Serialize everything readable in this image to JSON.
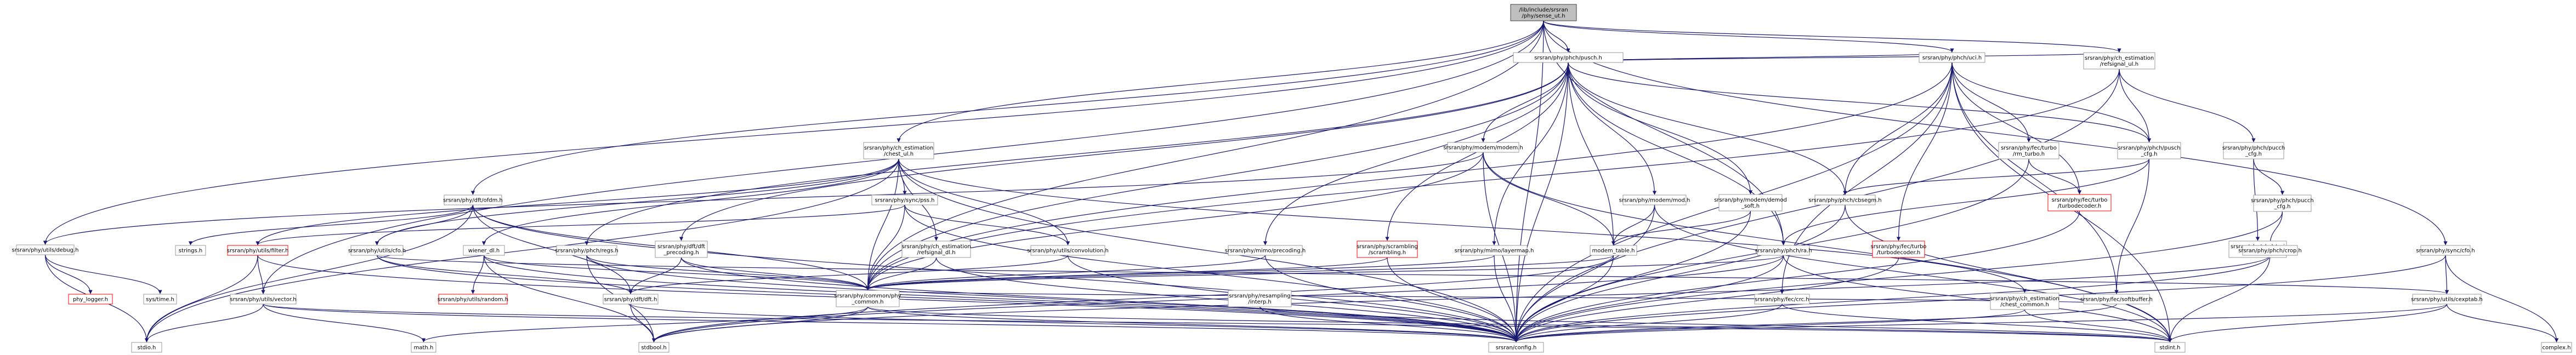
{
  "colors": {
    "edge": "#191970",
    "node_border": "#999999",
    "node_fill": "#ffffff",
    "root_fill": "#bfbfbf",
    "root_border": "#404040",
    "missing_border": "#ff0000"
  },
  "nodes": [
    {
      "id": "root",
      "lines": [
        "/lib/include/srsran",
        "/phy/sense_ut.h"
      ],
      "kind": "root"
    },
    {
      "id": "pusch",
      "lines": [
        "srsran/phy/phch/pusch.h"
      ],
      "kind": "normal"
    },
    {
      "id": "uci",
      "lines": [
        "srsran/phy/phch/uci.h"
      ],
      "kind": "normal"
    },
    {
      "id": "chest_ul",
      "lines": [
        "srsran/phy/ch_estimation",
        "/chest_ul.h"
      ],
      "kind": "normal"
    },
    {
      "id": "refsignal_ul",
      "lines": [
        "srsran/phy/ch_estimation",
        "/refsignal_ul.h"
      ],
      "kind": "normal"
    },
    {
      "id": "modem_enum",
      "lines": [
        "srsran/phy/modem/modem.h"
      ],
      "kind": "normal"
    },
    {
      "id": "ofdm",
      "lines": [
        "srsran/phy/dft/ofdm.h"
      ],
      "kind": "normal"
    },
    {
      "id": "pusch_cfg",
      "lines": [
        "srsran/phy/phch/pusch",
        "_cfg.h"
      ],
      "kind": "normal"
    },
    {
      "id": "pucch_cfg",
      "lines": [
        "srsran/phy/phch/pucch",
        "_cfg.h"
      ],
      "kind": "normal"
    },
    {
      "id": "turbo_rm",
      "lines": [
        "srsran/phy/fec/turbo",
        "/rm_turbo.h"
      ],
      "kind": "normal"
    },
    {
      "id": "turbo_decoder_top",
      "lines": [
        "srsran/phy/fec/turbo",
        "/turbodecoder.h"
      ],
      "kind": "missing"
    },
    {
      "id": "cbsegm",
      "lines": [
        "srsran/phy/phch/cbsegm.h"
      ],
      "kind": "normal"
    },
    {
      "id": "debug",
      "lines": [
        "srsran/phy/utils/debug.h"
      ],
      "kind": "normal"
    },
    {
      "id": "strings",
      "lines": [
        "strings.h"
      ],
      "kind": "normal"
    },
    {
      "id": "filter",
      "lines": [
        "srsran/phy/utils/filter.h"
      ],
      "kind": "missing"
    },
    {
      "id": "cfo",
      "lines": [
        "srsran/phy/utils/cfo.h"
      ],
      "kind": "normal"
    },
    {
      "id": "wiener",
      "lines": [
        "wiener_dl.h"
      ],
      "kind": "normal"
    },
    {
      "id": "regs",
      "lines": [
        "srsran/phy/phch/regs.h"
      ],
      "kind": "normal"
    },
    {
      "id": "dft_precoding",
      "lines": [
        "srsran/phy/dft/dft",
        "_precoding.h"
      ],
      "kind": "normal"
    },
    {
      "id": "convolution",
      "lines": [
        "srsran/phy/utils/convolution.h"
      ],
      "kind": "normal"
    },
    {
      "id": "refsignal_dl",
      "lines": [
        "srsran/phy/ch_estimation",
        "/refsignal_dl.h"
      ],
      "kind": "normal"
    },
    {
      "id": "mimo_precoding",
      "lines": [
        "srsran/phy/mimo/precoding.h"
      ],
      "kind": "normal"
    },
    {
      "id": "scrambling",
      "lines": [
        "srsran/phy/scrambling",
        "/scrambling.h"
      ],
      "kind": "missing"
    },
    {
      "id": "layermap",
      "lines": [
        "srsran/phy/mimo/layermap.h"
      ],
      "kind": "normal"
    },
    {
      "id": "modem_table",
      "lines": [
        "modem_table.h"
      ],
      "kind": "normal"
    },
    {
      "id": "demod_soft",
      "lines": [
        "srsran/phy/modem/demod",
        "_soft.h"
      ],
      "kind": "normal"
    },
    {
      "id": "modem_mod",
      "lines": [
        "srsran/phy/modem/mod.h"
      ],
      "kind": "normal"
    },
    {
      "id": "ra",
      "lines": [
        "srsran/phy/phch/ra.h"
      ],
      "kind": "normal"
    },
    {
      "id": "turbodecoder",
      "lines": [
        "srsran/phy/fec/turbo",
        "/turbodecoder.h"
      ],
      "kind": "missing"
    },
    {
      "id": "crc",
      "lines": [
        "srsran/phy/fec/crc.h"
      ],
      "kind": "normal"
    },
    {
      "id": "chest_common",
      "lines": [
        "srsran/phy/ch_estimation",
        "/chest_common.h"
      ],
      "kind": "normal"
    },
    {
      "id": "softbuffer",
      "lines": [
        "srsran/phy/fec/softbuffer.h"
      ],
      "kind": "normal"
    },
    {
      "id": "pucch_pr",
      "lines": [
        "srsran/phy/phch/pucch",
        "_cfg.h"
      ],
      "kind": "normal"
    },
    {
      "id": "pucch_nr",
      "lines": [
        "srsran/phy/phch/uci",
        "_cfg.h"
      ],
      "kind": "normal"
    },
    {
      "id": "vector",
      "lines": [
        "srsran/phy/utils/vector.h"
      ],
      "kind": "normal"
    },
    {
      "id": "phy_logger",
      "lines": [
        "phy_logger.h"
      ],
      "kind": "missing"
    },
    {
      "id": "sys_time",
      "lines": [
        "sys/time.h"
      ],
      "kind": "normal"
    },
    {
      "id": "random",
      "lines": [
        "srsran/phy/utils/random.h"
      ],
      "kind": "missing"
    },
    {
      "id": "fft",
      "lines": [
        "srsran/phy/dft/dft.h"
      ],
      "kind": "normal"
    },
    {
      "id": "phy_common",
      "lines": [
        "srsran/phy/common/phy",
        "_common.h"
      ],
      "kind": "normal"
    },
    {
      "id": "resampling",
      "lines": [
        "srsran/phy/resampling",
        "/interp.h"
      ],
      "kind": "normal"
    },
    {
      "id": "cexptab",
      "lines": [
        "srsran/phy/utils/cexptab.h"
      ],
      "kind": "normal"
    },
    {
      "id": "sync_cfo",
      "lines": [
        "srsran/phy/sync/cfo.h"
      ],
      "kind": "normal"
    },
    {
      "id": "sync_pss",
      "lines": [
        "srsran/phy/sync/pss.h"
      ],
      "kind": "normal"
    },
    {
      "id": "pucch_crop",
      "lines": [
        "srsran/phy/phch/crop.h"
      ],
      "kind": "normal"
    },
    {
      "id": "stdio",
      "lines": [
        "stdio.h"
      ],
      "kind": "normal"
    },
    {
      "id": "math",
      "lines": [
        "math.h"
      ],
      "kind": "normal"
    },
    {
      "id": "stdbool",
      "lines": [
        "stdbool.h"
      ],
      "kind": "normal"
    },
    {
      "id": "config",
      "lines": [
        "srsran/config.h"
      ],
      "kind": "normal"
    },
    {
      "id": "stdint",
      "lines": [
        "stdint.h"
      ],
      "kind": "normal"
    },
    {
      "id": "complex",
      "lines": [
        "complex.h"
      ],
      "kind": "normal"
    }
  ],
  "edges": [
    [
      "root",
      "pusch"
    ],
    [
      "root",
      "refsignal_ul"
    ],
    [
      "root",
      "chest_ul"
    ],
    [
      "root",
      "ofdm"
    ],
    [
      "root",
      "debug"
    ],
    [
      "root",
      "vector"
    ],
    [
      "root",
      "phy_common"
    ],
    [
      "root",
      "config"
    ],
    [
      "root",
      "sync_cfo"
    ],
    [
      "root",
      "ra"
    ],
    [
      "root",
      "uci"
    ],
    [
      "pusch",
      "refsignal_ul"
    ],
    [
      "pusch",
      "uci"
    ],
    [
      "pusch",
      "pusch_cfg"
    ],
    [
      "pusch",
      "modem_enum"
    ],
    [
      "pusch",
      "modem_mod"
    ],
    [
      "pusch",
      "demod_soft"
    ],
    [
      "pusch",
      "regs"
    ],
    [
      "pusch",
      "scrambling"
    ],
    [
      "pusch",
      "layermap"
    ],
    [
      "pusch",
      "mimo_precoding"
    ],
    [
      "pusch",
      "cbsegm"
    ],
    [
      "pusch",
      "phy_common"
    ],
    [
      "pusch",
      "config"
    ],
    [
      "pusch",
      "dft_precoding"
    ],
    [
      "pusch",
      "ra"
    ],
    [
      "pusch",
      "modem_table"
    ],
    [
      "uci",
      "pusch_cfg"
    ],
    [
      "uci",
      "turbo_rm"
    ],
    [
      "uci",
      "turbo_decoder_top"
    ],
    [
      "uci",
      "turbodecoder"
    ],
    [
      "uci",
      "crc"
    ],
    [
      "uci",
      "softbuffer"
    ],
    [
      "uci",
      "cbsegm"
    ],
    [
      "uci",
      "phy_common"
    ],
    [
      "uci",
      "config"
    ],
    [
      "uci",
      "stdint"
    ],
    [
      "refsignal_ul",
      "pusch_cfg"
    ],
    [
      "refsignal_ul",
      "pucch_cfg"
    ],
    [
      "refsignal_ul",
      "phy_common"
    ],
    [
      "refsignal_ul",
      "config"
    ],
    [
      "chest_ul",
      "sync_pss"
    ],
    [
      "chest_ul",
      "wiener"
    ],
    [
      "chest_ul",
      "refsignal_dl"
    ],
    [
      "chest_ul",
      "chest_common"
    ],
    [
      "chest_ul",
      "phy_common"
    ],
    [
      "chest_ul",
      "config"
    ],
    [
      "chest_ul",
      "convolution"
    ],
    [
      "chest_ul",
      "cfo"
    ],
    [
      "chest_ul",
      "filter"
    ],
    [
      "chest_ul",
      "stdio"
    ],
    [
      "modem_enum",
      "modem_table"
    ],
    [
      "modem_enum",
      "debug"
    ],
    [
      "modem_enum",
      "phy_common"
    ],
    [
      "modem_enum",
      "config"
    ],
    [
      "modem_enum",
      "stdint"
    ],
    [
      "ofdm",
      "cfo"
    ],
    [
      "ofdm",
      "fft"
    ],
    [
      "ofdm",
      "phy_common"
    ],
    [
      "ofdm",
      "config"
    ],
    [
      "ofdm",
      "strings"
    ],
    [
      "ofdm",
      "stdio"
    ],
    [
      "pusch_cfg",
      "cbsegm"
    ],
    [
      "pusch_cfg",
      "softbuffer"
    ],
    [
      "pusch_cfg",
      "ra"
    ],
    [
      "pucch_cfg",
      "pucch_pr"
    ],
    [
      "pucch_cfg",
      "pucch_nr"
    ],
    [
      "pucch_nr",
      "pucch_crop"
    ],
    [
      "pucch_crop",
      "config"
    ],
    [
      "pucch_crop",
      "stdint"
    ],
    [
      "pucch_crop",
      "stdbool"
    ],
    [
      "turbo_rm",
      "config"
    ],
    [
      "turbo_rm",
      "turbo_decoder_top"
    ],
    [
      "turbo_decoder_top",
      "config"
    ],
    [
      "cbsegm",
      "config"
    ],
    [
      "cbsegm",
      "stdint"
    ],
    [
      "debug",
      "phy_logger"
    ],
    [
      "debug",
      "sys_time"
    ],
    [
      "debug",
      "stdio"
    ],
    [
      "filter",
      "vector"
    ],
    [
      "filter",
      "stdio"
    ],
    [
      "filter",
      "config"
    ],
    [
      "cfo",
      "cexptab"
    ],
    [
      "cfo",
      "fft"
    ],
    [
      "cfo",
      "config"
    ],
    [
      "wiener",
      "random"
    ],
    [
      "wiener",
      "phy_common"
    ],
    [
      "wiener",
      "config"
    ],
    [
      "wiener",
      "stdbool"
    ],
    [
      "regs",
      "phy_common"
    ],
    [
      "regs",
      "config"
    ],
    [
      "regs",
      "stdbool"
    ],
    [
      "dft_precoding",
      "fft"
    ],
    [
      "dft_precoding",
      "phy_common"
    ],
    [
      "dft_precoding",
      "config"
    ],
    [
      "convolution",
      "fft"
    ],
    [
      "convolution",
      "config"
    ],
    [
      "refsignal_dl",
      "phy_common"
    ],
    [
      "refsignal_dl",
      "config"
    ],
    [
      "mimo_precoding",
      "phy_common"
    ],
    [
      "mimo_precoding",
      "config"
    ],
    [
      "scrambling",
      "phy_common"
    ],
    [
      "scrambling",
      "config"
    ],
    [
      "layermap",
      "phy_common"
    ],
    [
      "layermap",
      "config"
    ],
    [
      "modem_table",
      "phy_common"
    ],
    [
      "modem_table",
      "config"
    ],
    [
      "modem_table",
      "stdbool"
    ],
    [
      "demod_soft",
      "modem_table"
    ],
    [
      "demod_soft",
      "config"
    ],
    [
      "modem_mod",
      "modem_table"
    ],
    [
      "modem_mod",
      "config"
    ],
    [
      "modem_mod",
      "stdint"
    ],
    [
      "ra",
      "phy_common"
    ],
    [
      "ra",
      "config"
    ],
    [
      "ra",
      "stdint"
    ],
    [
      "ra",
      "stdbool"
    ],
    [
      "turbodecoder",
      "config"
    ],
    [
      "crc",
      "config"
    ],
    [
      "crc",
      "stdint"
    ],
    [
      "chest_common",
      "config"
    ],
    [
      "chest_common",
      "stdint"
    ],
    [
      "softbuffer",
      "config"
    ],
    [
      "softbuffer",
      "phy_common"
    ],
    [
      "pucch_pr",
      "pucch_crop"
    ],
    [
      "pucch_pr",
      "config"
    ],
    [
      "vector",
      "stdio"
    ],
    [
      "vector",
      "config"
    ],
    [
      "vector",
      "stdint"
    ],
    [
      "vector",
      "math"
    ],
    [
      "fft",
      "config"
    ],
    [
      "fft",
      "stdbool"
    ],
    [
      "phy_common",
      "config"
    ],
    [
      "phy_common",
      "stdint"
    ],
    [
      "phy_common",
      "stdbool"
    ],
    [
      "phy_common",
      "math"
    ],
    [
      "resampling",
      "config"
    ],
    [
      "resampling",
      "stdint"
    ],
    [
      "cexptab",
      "config"
    ],
    [
      "cexptab",
      "complex"
    ],
    [
      "cexptab",
      "stdint"
    ],
    [
      "sync_cfo",
      "cexptab"
    ],
    [
      "sync_cfo",
      "config"
    ],
    [
      "sync_cfo",
      "complex"
    ],
    [
      "sync_pss",
      "convolution"
    ],
    [
      "sync_pss",
      "filter"
    ],
    [
      "sync_pss",
      "phy_common"
    ],
    [
      "sync_pss",
      "config"
    ]
  ]
}
